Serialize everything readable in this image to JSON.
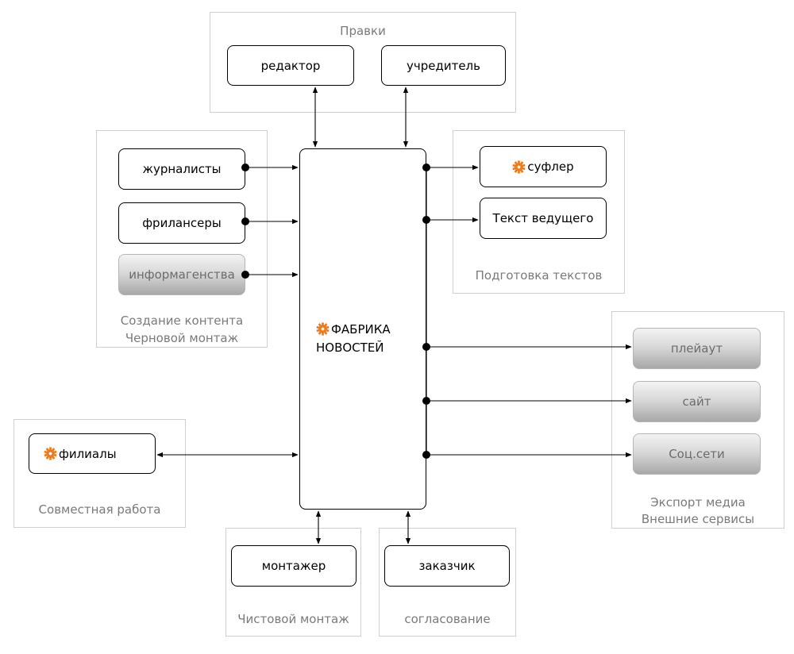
{
  "groups": {
    "edits": "Правки",
    "texts": "Подготовка текстов",
    "content_line1": "Создание контента",
    "content_line2": "Черновой монтаж",
    "export_line1": "Экспорт медиа",
    "export_line2": "Внешние сервисы",
    "cooperation": "Совместная работа",
    "final_edit": "Чистовой монтаж",
    "approval": "согласование"
  },
  "hub": {
    "line1": "ФАБРИКА",
    "line2": "НОВОСТЕЙ"
  },
  "nodes": {
    "editor": "редактор",
    "founder": "учредитель",
    "journalists": "журналисты",
    "freelancers": "фрилансеры",
    "agencies": "информагенства",
    "prompter": "суфлер",
    "host_text": "Текст ведущего",
    "playout": "плейаут",
    "site": "сайт",
    "social": "Соц.сети",
    "branches": "филиалы",
    "montage": "монтажер",
    "customer": "заказчик"
  },
  "colors": {
    "gear": "#f07a1a",
    "group_border": "#cfcfcf",
    "group_text": "#7a7a7a"
  }
}
